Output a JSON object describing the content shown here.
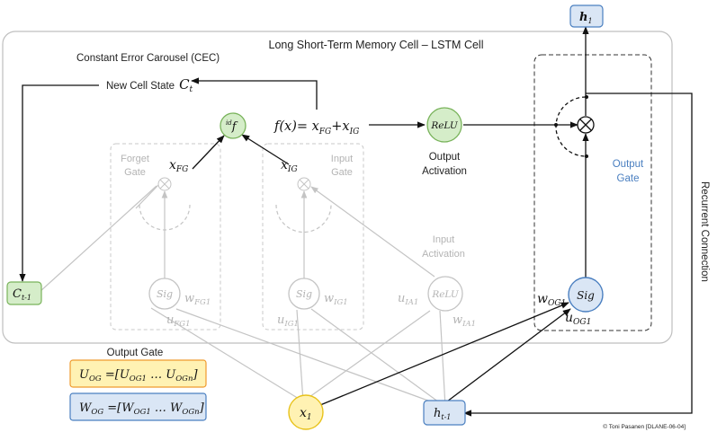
{
  "title": "Long Short-Term Memory Cell – LSTM Cell",
  "cec_label": "Constant Error Carousel (CEC)",
  "new_cell_state": "New Cell State",
  "cell_state_symbol": "C",
  "cell_state_sub": "t",
  "prev_cell_state": {
    "base": "C",
    "sub": "t-1"
  },
  "id_f": {
    "sup": "id",
    "base": "f"
  },
  "sum_formula": {
    "lhs": "f(x)= x",
    "sub1": "FG",
    "plus": "+x",
    "sub2": "IG"
  },
  "x_fg": {
    "base": "x",
    "sub": "FG"
  },
  "x_ig": {
    "base": "x",
    "sub": "IG"
  },
  "relu_label": "ReLU",
  "output_activation": [
    "Output",
    "Activation"
  ],
  "output_gate_label": [
    "Output",
    "Gate"
  ],
  "forget_gate_label": [
    "Forget",
    "Gate"
  ],
  "input_gate_label": [
    "Input",
    "Gate"
  ],
  "input_activation_label": [
    "Input",
    "Activation"
  ],
  "sig_label": "Sig",
  "w_fg1": {
    "base": "w",
    "sub": "FG1"
  },
  "u_fg1": {
    "base": "u",
    "sub": "FG1"
  },
  "w_ig1": {
    "base": "w",
    "sub": "IG1"
  },
  "u_ig1": {
    "base": "u",
    "sub": "IG1"
  },
  "u_ia1": {
    "base": "u",
    "sub": "IA1"
  },
  "w_ia1": {
    "base": "w",
    "sub": "IA1"
  },
  "w_og1": {
    "base": "w",
    "sub": "OG1"
  },
  "u_og1": {
    "base": "u",
    "sub": "OG1"
  },
  "h1": {
    "base": "h",
    "sub": "1"
  },
  "h_prev": {
    "base": "h",
    "sub": "t-1"
  },
  "x1": {
    "base": "x",
    "sub": "1"
  },
  "recurrent_connection": "Recurrent Connection",
  "legend_title": "Output Gate",
  "u_og_formula": {
    "a": "U",
    "a_sub": "OG",
    "b": " =[U",
    "b_sub": "OG1",
    "c": " … U",
    "c_sub": "OGn",
    "d": "]"
  },
  "w_og_formula": {
    "a": "W",
    "a_sub": "OG",
    "b": " =[W",
    "b_sub": "OG1",
    "c": " … W",
    "c_sub": "OGn",
    "d": "]"
  },
  "copyright": "© Toni Pasanen [DLANE-06-04]",
  "colors": {
    "green_fill": "#d5edc9",
    "green_stroke": "#79b35b",
    "blue_fill": "#dae6f5",
    "blue_stroke": "#4a7fc0",
    "yellow_fill": "#fff2b3",
    "yellow_stroke": "#e8c21a",
    "orange_stroke": "#ef9a2e",
    "faded": "#b4b4b4"
  }
}
